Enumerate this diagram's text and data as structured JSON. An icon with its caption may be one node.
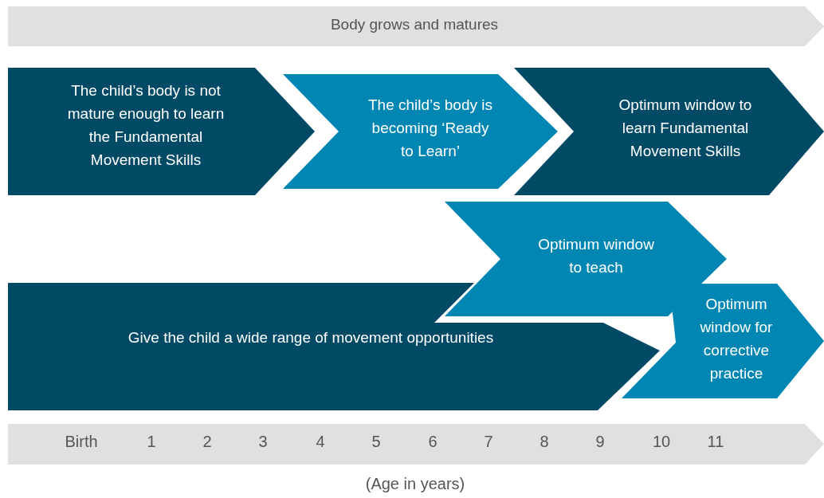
{
  "diagram": {
    "nodes": [
      {
        "text": [
          "Body grows and matures"
        ]
      },
      {
        "text": [
          "The child’s body is not mature enough to learn the Fundamental Movement Skills"
        ]
      },
      {
        "text": [
          "The child’s body is becoming ‘Ready to Learn’"
        ]
      },
      {
        "text": [
          "Optimum window to learn Fundamental Movement Skills"
        ]
      },
      {
        "text": [
          "Optimum window to teach"
        ]
      },
      {
        "text": [
          "Give the child a wide range of movement opportunities"
        ]
      },
      {
        "text": [
          "Optimum window for corrective practice"
        ]
      }
    ],
    "edges": [],
    "labels": [
      "Birth",
      "1",
      "2",
      "3",
      "4",
      "5",
      "6",
      "7",
      "8",
      "9",
      "10",
      "11",
      "(Age in years)"
    ]
  }
}
